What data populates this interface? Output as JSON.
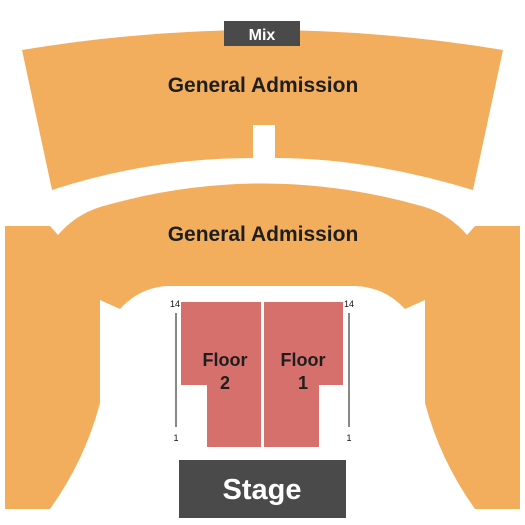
{
  "mix": {
    "label": "Mix"
  },
  "sections": {
    "ga_upper": {
      "label": "General Admission"
    },
    "ga_lower": {
      "label": "General Admission"
    },
    "floor_2": {
      "line1": "Floor",
      "line2": "2"
    },
    "floor_1": {
      "line1": "Floor",
      "line2": "1"
    }
  },
  "rows": {
    "left_top": "14",
    "left_bottom": "1",
    "right_top": "14",
    "right_bottom": "1"
  },
  "stage": {
    "label": "Stage"
  },
  "colors": {
    "general_admission": "#F2AE5D",
    "floor": "#D6706D",
    "stage": "#4A4A4A",
    "mix": "#4A4A4A",
    "background": "#FFFFFF"
  }
}
